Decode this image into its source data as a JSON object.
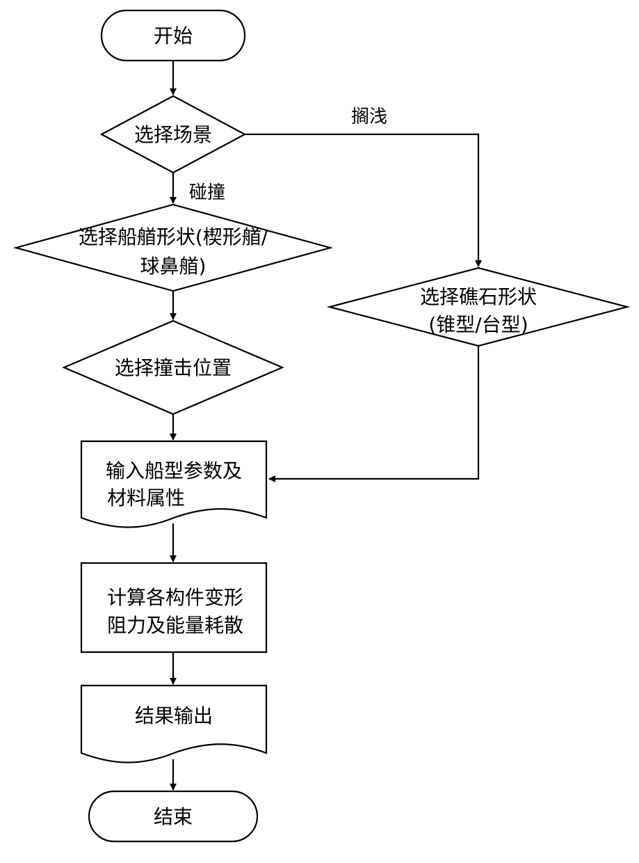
{
  "nodes": {
    "start": "开始",
    "select_scene": "选择场景",
    "select_bow_line1": "选择船艏形状(楔形艏/",
    "select_bow_line2": "球鼻艏)",
    "select_position": "选择撞击位置",
    "select_reef_line1": "选择礁石形状",
    "select_reef_line2": "(锥型/台型)",
    "input_params_line1": "输入船型参数及",
    "input_params_line2": "材料属性",
    "compute_line1": "计算各构件变形",
    "compute_line2": "阻力及能量耗散",
    "output": "结果输出",
    "end": "结束"
  },
  "edges": {
    "grounding": "搁浅",
    "collision": "碰撞"
  }
}
